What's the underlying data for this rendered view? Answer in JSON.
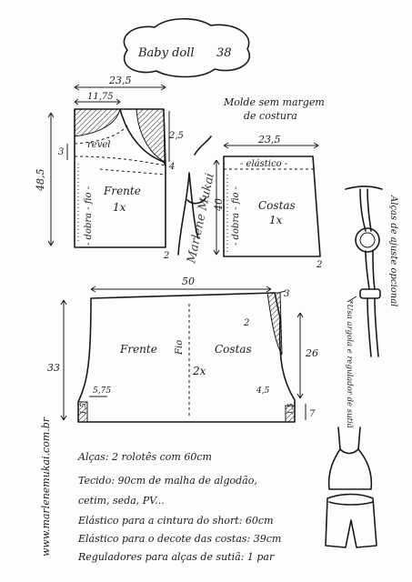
{
  "title": {
    "name": "Baby doll",
    "size": "38"
  },
  "note": {
    "line1": "Molde sem margem",
    "line2": "de costura"
  },
  "front_top": {
    "width": "23,5",
    "neck": "11,75",
    "neck_drop": "3",
    "side_drop": "2,5",
    "armhole": "4",
    "height": "48,5",
    "label": "Frente",
    "count": "1x",
    "fold": "- dobra - fio -",
    "facing": "revel",
    "hem": "2"
  },
  "back_top": {
    "width": "23,5",
    "elastic": "- elástico -",
    "height": "40",
    "label": "Costas",
    "count": "1x",
    "fold": "- dobra - fio -",
    "hem": "2"
  },
  "shorts": {
    "width": "50",
    "rise": "3",
    "waist_hem": "2",
    "height": "33",
    "side": "26",
    "front": "Frente",
    "back": "Costas",
    "grain": "Fio",
    "count": "2x",
    "crotch_front": "5,75",
    "crotch_back": "4,5",
    "hem": "7",
    "leg_left": "1,5",
    "leg_right": "1,5"
  },
  "strap_note": {
    "title": "Alças de ajuste opcional",
    "detail": "*Usa argola e regulador de sutiã"
  },
  "materials": [
    "Alças: 2 rolotês com 60cm",
    "Tecido: 90cm de malha de algodão,",
    "cetim, seda, PV...",
    "Elástico para a cintura do short: 60cm",
    "Elástico para o decote das costas: 39cm",
    "Reguladores para alças de sutiã: 1 par"
  ],
  "signature": "Marlene Mukai",
  "website": "www.marlenemukai.com.br"
}
